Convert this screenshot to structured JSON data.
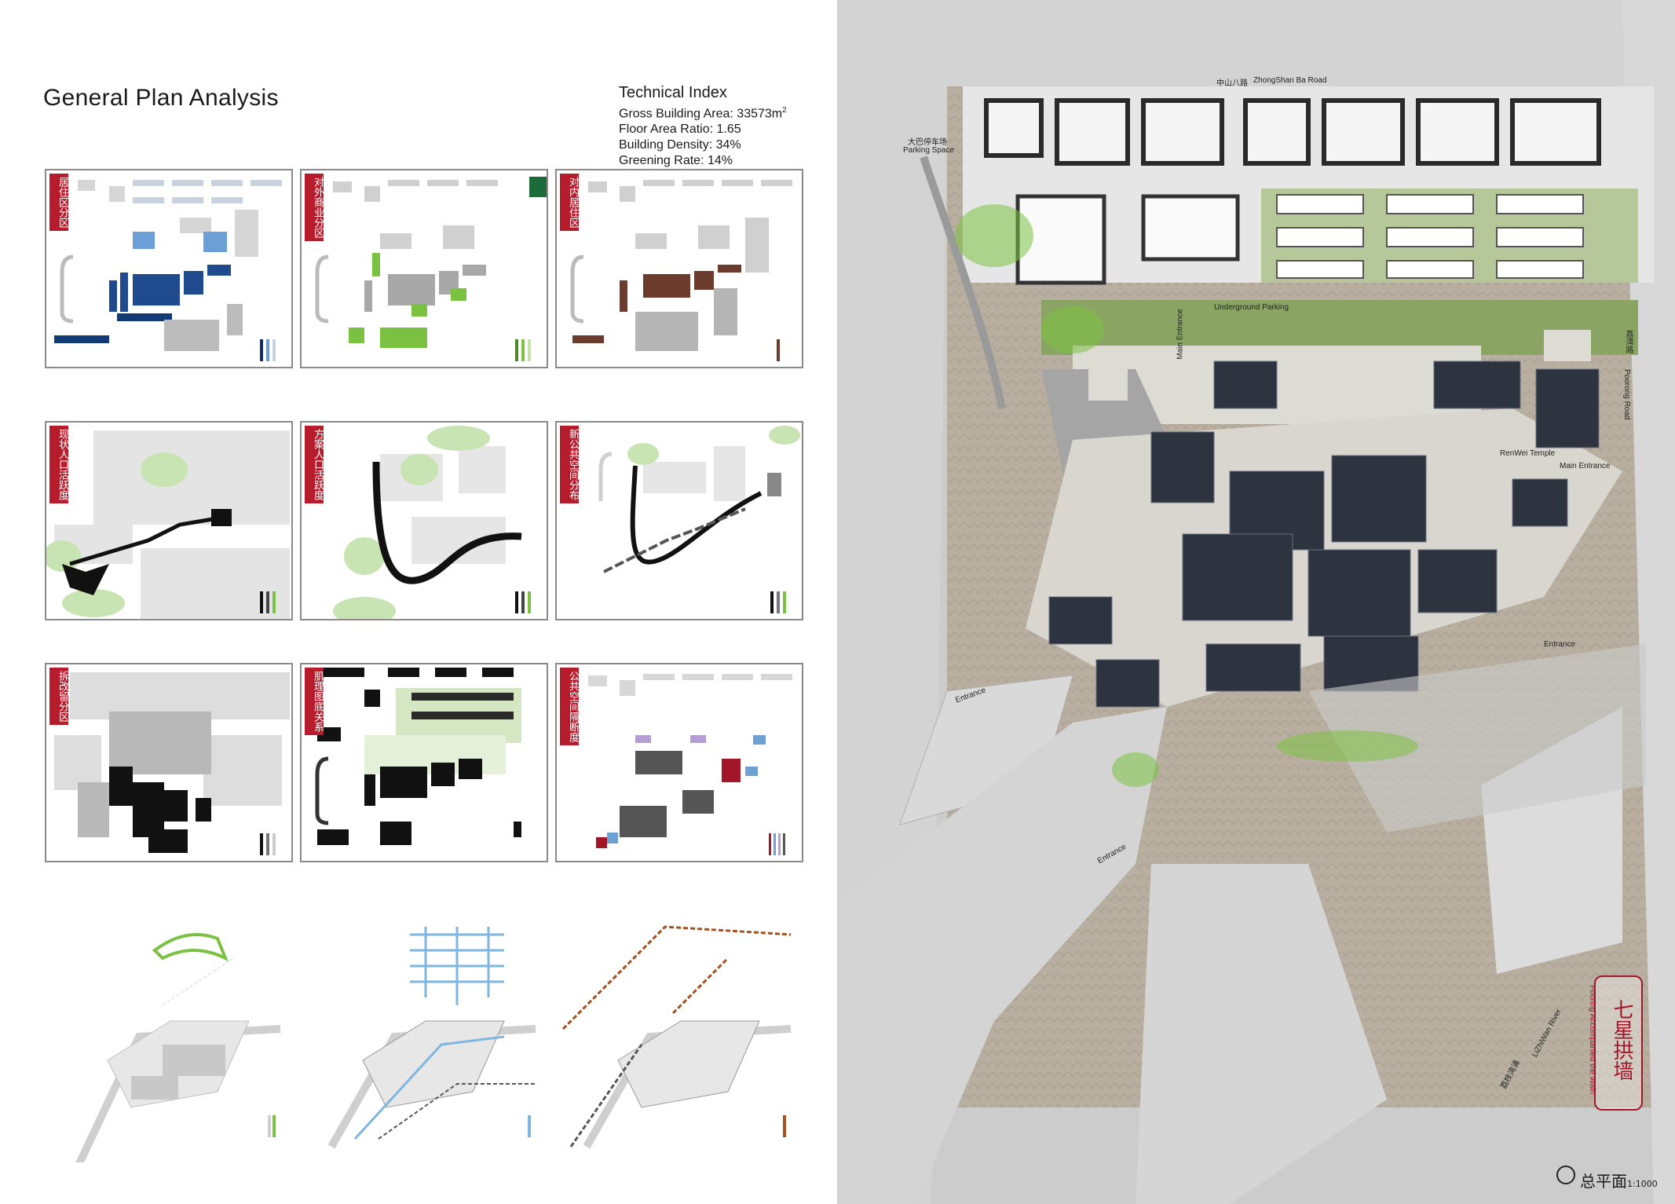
{
  "title": "General Plan Analysis",
  "technical_index": {
    "heading": "Technical Index",
    "gross_building_area_label": "Gross Building Area: 33573m",
    "gross_building_area_sup": "2",
    "floor_area_ratio": "Floor Area Ratio: 1.65",
    "building_density": "Building Density: 34%",
    "greening_rate": "Greening Rate: 14%"
  },
  "panels": [
    {
      "title": "居住区分区",
      "accent": "#1f5aa6"
    },
    {
      "title": "对外商业分区",
      "accent": "#7cc242"
    },
    {
      "title": "对内居住区",
      "accent": "#6b3b2e"
    },
    {
      "title": "现状人口活跃度",
      "accent": "#111111"
    },
    {
      "title": "方案人口活跃度",
      "accent": "#111111"
    },
    {
      "title": "新公共空间分布",
      "accent": "#111111"
    },
    {
      "title": "拆改留分区",
      "accent": "#111111"
    },
    {
      "title": "肌理图底关系",
      "accent": "#111111"
    },
    {
      "title": "公共空间隔断度",
      "accent": "#a3162a"
    }
  ],
  "axo": [
    {
      "accent": "#7cc242"
    },
    {
      "accent": "#7fb6e0"
    },
    {
      "accent": "#a5501f"
    }
  ],
  "map": {
    "street_cn": "中山八路",
    "street_en": "ZhongShan Ba Road",
    "parking_cn": "大巴停车场",
    "parking_en": "Parking Space",
    "underground": "Underground Parking",
    "main_entrance": "Main Entrance",
    "main_entrance2": "Main Entrance",
    "renwei": "RenWei Temple",
    "entrance1": "Entrance",
    "entrance2": "Entrance",
    "entrance3": "Entrance",
    "pooting_cn": "荔湾路",
    "pooting_en": "Poorong Road",
    "river_en": "LiZhiWan River",
    "river_cn": "荔枝湾涌",
    "seal_cn": "七星拱墙",
    "seal_en": "Pooring Accompanied the Wain",
    "scale_cn": "总平面",
    "scale_ratio": "1:1000"
  }
}
